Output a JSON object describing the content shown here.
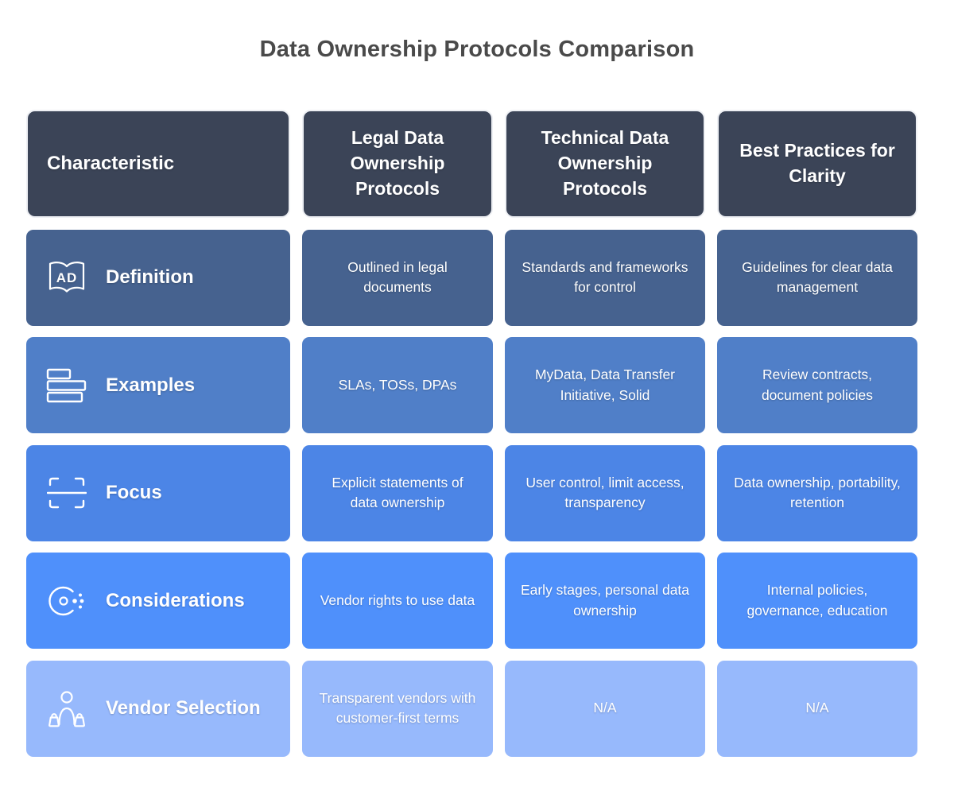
{
  "title": "Data Ownership Protocols Comparison",
  "colors": {
    "title_text": "#4a4a4a",
    "header_bg": "#3b4457",
    "cell_text": "#ffffff",
    "row_backgrounds": [
      "#46628f",
      "#507fc8",
      "#4c85e6",
      "#4f90fb",
      "#97b9fc"
    ]
  },
  "table": {
    "corner_header": "Characteristic",
    "column_headers": [
      "Legal Data Ownership Protocols",
      "Technical Data Ownership Protocols",
      "Best Practices for Clarity"
    ],
    "rows": [
      {
        "label": "Definition",
        "icon": "open-book-ad-icon",
        "cells": [
          "Outlined in legal documents",
          "Standards and frameworks for control",
          "Guidelines for clear data management"
        ]
      },
      {
        "label": "Examples",
        "icon": "stacked-bars-icon",
        "cells": [
          "SLAs, TOSs, DPAs",
          "MyData, Data Transfer Initiative, Solid",
          "Review contracts, document policies"
        ]
      },
      {
        "label": "Focus",
        "icon": "focus-frame-icon",
        "cells": [
          "Explicit statements of data ownership",
          "User control, limit access, transparency",
          "Data ownership, portability, retention"
        ]
      },
      {
        "label": "Considerations",
        "icon": "radar-scan-icon",
        "cells": [
          "Vendor rights to use data",
          "Early stages, personal data ownership",
          "Internal policies, governance, education"
        ]
      },
      {
        "label": "Vendor Selection",
        "icon": "shopper-person-icon",
        "cells": [
          "Transparent vendors with customer-first terms",
          "N/A",
          "N/A"
        ]
      }
    ]
  }
}
